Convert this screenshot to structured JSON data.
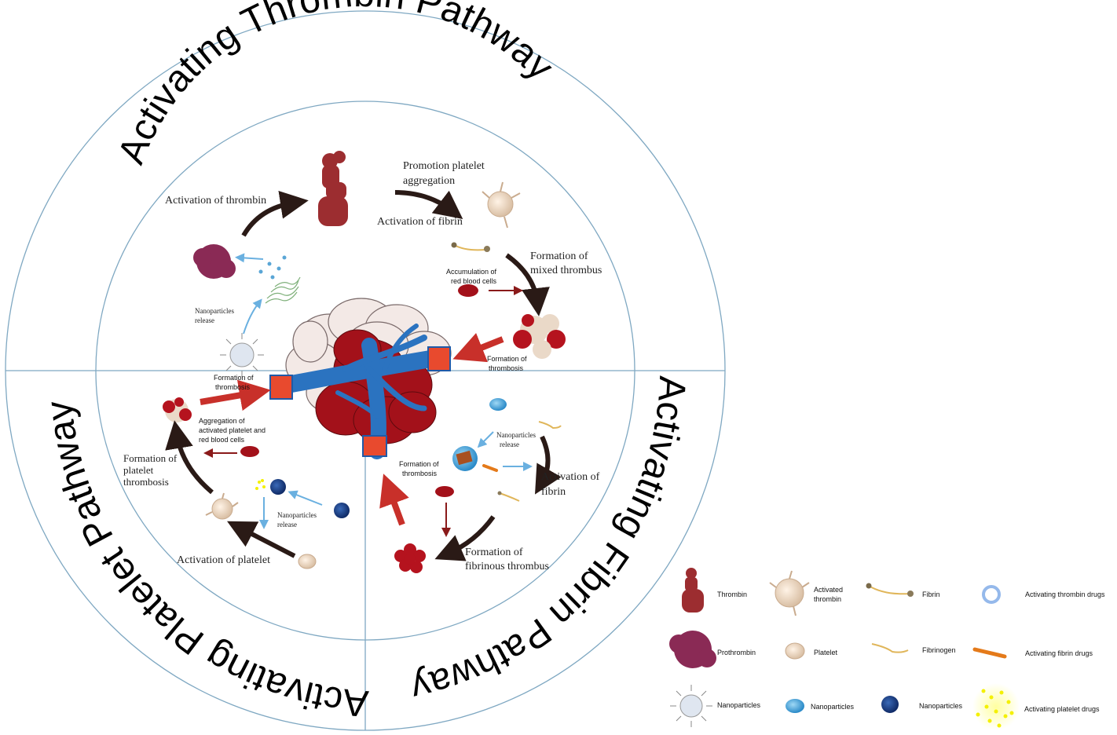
{
  "ring_titles": {
    "top": "Activating Thrombin Pathway",
    "right": "Activating Fibrin Pathway",
    "left": "Activating Platelet Pathway"
  },
  "thrombin_pathway": {
    "activation_of_thrombin": "Activation of thrombin",
    "promotion_line1": "Promotion platelet",
    "promotion_line2": "aggregation",
    "activation_of_fibrin": "Activation of fibrin",
    "mixed_line1": "Formation of",
    "mixed_line2": "mixed thrombus",
    "accum_line1": "Accumulation of",
    "accum_line2": "red blood cells",
    "np_release_line1": "Nanoparticles",
    "np_release_line2": "release",
    "thrombosis_line1": "Formation of",
    "thrombosis_line2": "thrombosis"
  },
  "platelet_pathway": {
    "thrombosis_line1": "Formation of",
    "thrombosis_line2": "thrombosis",
    "aggr_line1": "Aggregation of",
    "aggr_line2": "activated platelet and",
    "aggr_line3": "red blood cells",
    "plt_thromb_line1": "Formation of",
    "plt_thromb_line2": "platelet",
    "plt_thromb_line3": "thrombosis",
    "np_release_line1": "Nanoparticles",
    "np_release_line2": "release",
    "activation_of_platelet": "Activation of platelet"
  },
  "fibrin_pathway": {
    "np_release_line1": "Nanoparticles",
    "np_release_line2": "release",
    "thrombosis_line1": "Formation of",
    "thrombosis_line2": "thrombosis",
    "act_fibrin_line1": "Activation of",
    "act_fibrin_line2": "fibrin",
    "fibrinous_line1": "Formation of",
    "fibrinous_line2": "fibrinous thrombus"
  },
  "legend": {
    "thrombin": "Thrombin",
    "activated_thrombin_line1": "Activated",
    "activated_thrombin_line2": "thrombin",
    "fibrin": "Fibrin",
    "activating_thrombin_drugs": "Activating thrombin drugs",
    "prothrombin": "Prothrombin",
    "platelet": "Platelet",
    "fibrinogen": "Fibrinogen",
    "activating_fibrin_drugs": "Activating fibrin drugs",
    "nanoparticles_1": "Nanoparticles",
    "nanoparticles_2": "Nanoparticles",
    "nanoparticles_3": "Nanoparticles",
    "activating_platelet_drugs": "Activating platelet drugs"
  },
  "colors": {
    "ring_line": "#7fa8c2",
    "dark_arrow": "#2a1a16",
    "red_arrow": "#c8302a",
    "blue_arrow": "#6ab0e0",
    "blood_red": "#a3111a",
    "vessel_blue": "#2b73c0",
    "thrombin_red": "#9c2d30",
    "prothrombin_purple": "#8a2a55",
    "platelet_beige": "#ecd8c4"
  }
}
